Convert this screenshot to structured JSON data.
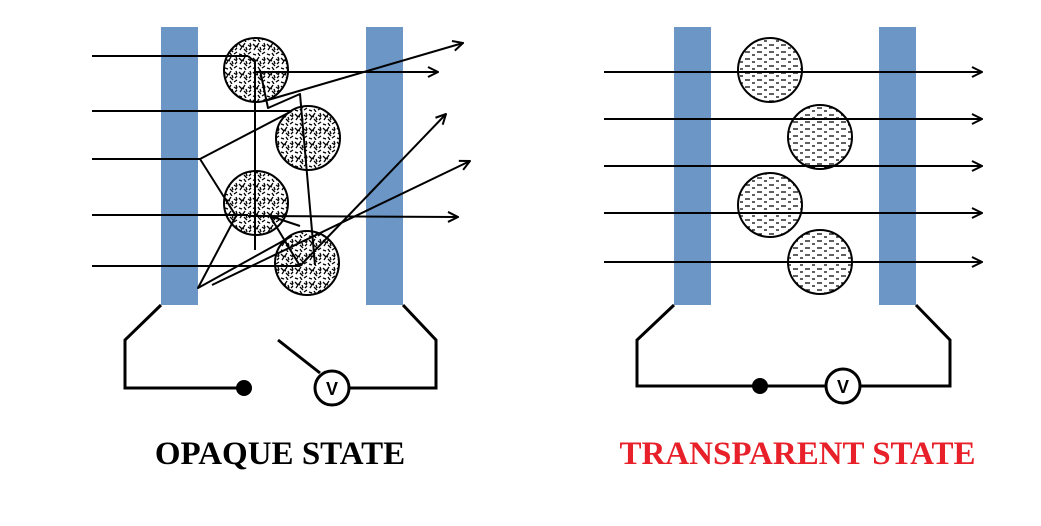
{
  "panels": {
    "opaque": {
      "caption": "OPAQUE STATE"
    },
    "transparent": {
      "caption": "TRANSPARENT STATE"
    }
  },
  "meter_symbol": "V",
  "colors": {
    "electrode": "#6b96c6",
    "line": "#000000",
    "opaque_caption": "#000000",
    "transparent_caption": "#e8202a"
  }
}
